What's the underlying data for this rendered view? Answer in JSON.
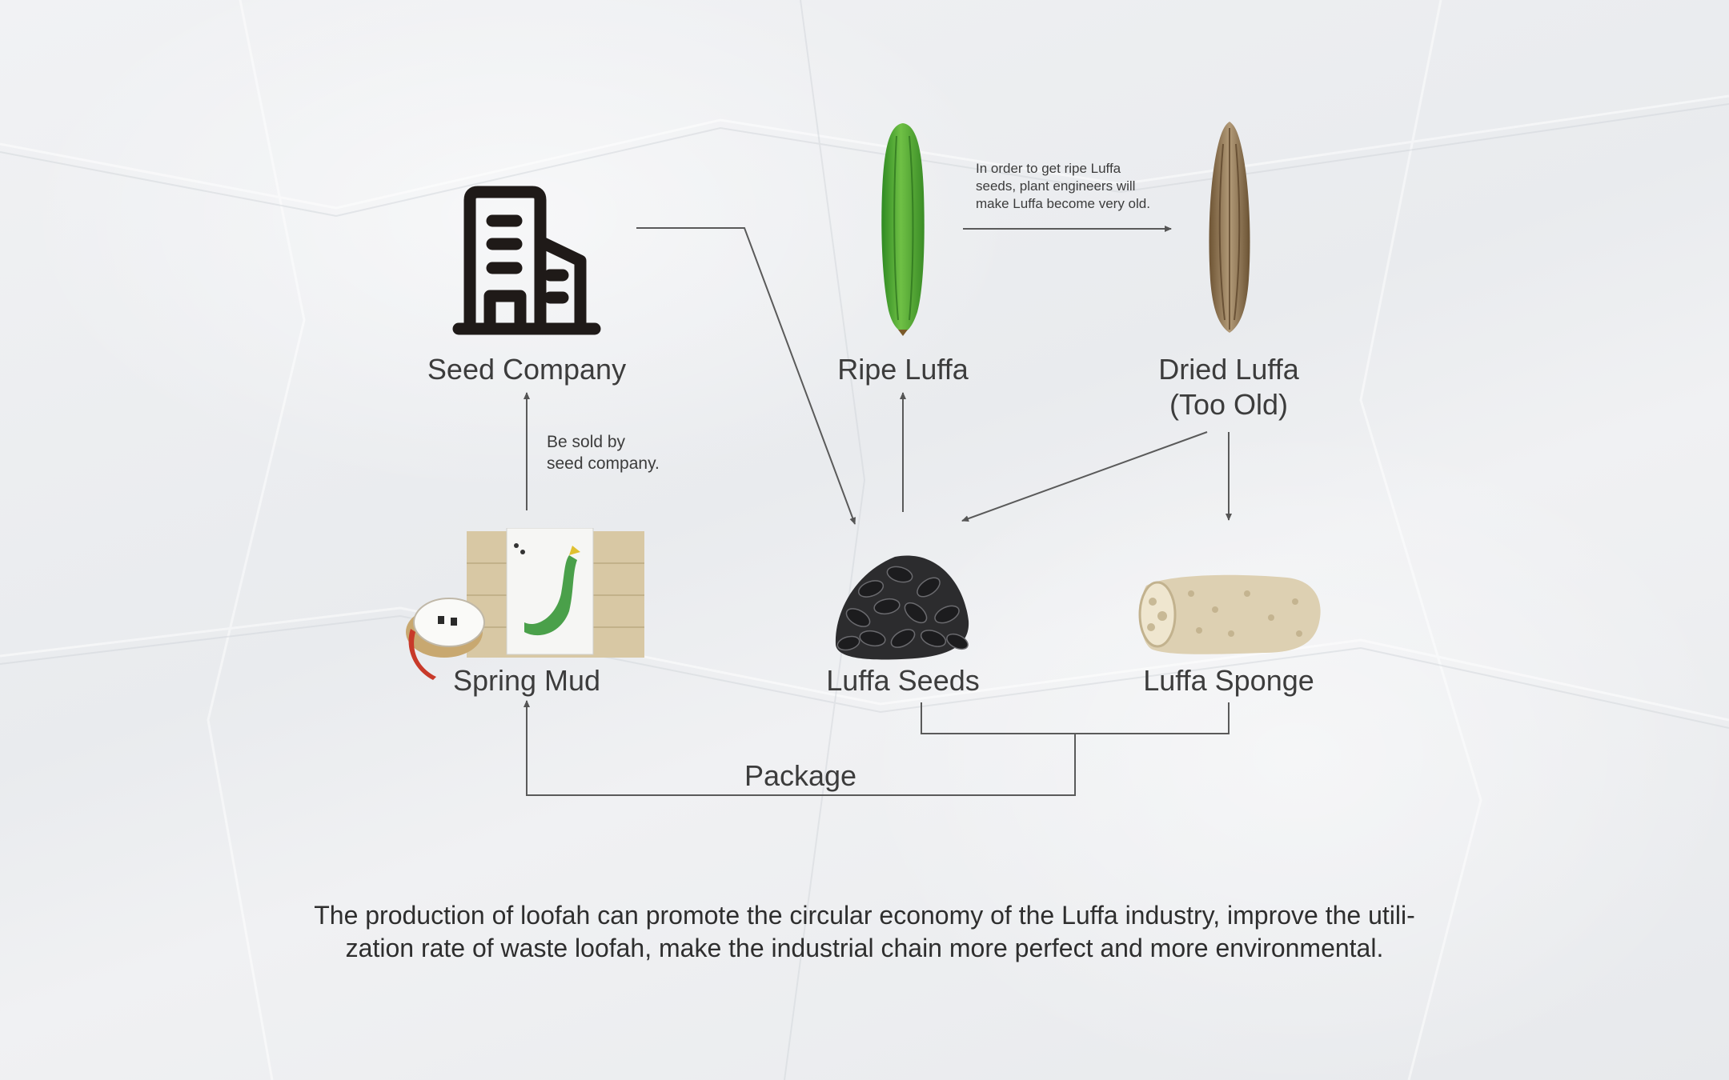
{
  "nodes": {
    "seed_company": "Seed Company",
    "ripe_luffa": "Ripe Luffa",
    "dried_luffa_line1": "Dried Luffa",
    "dried_luffa_line2": "(Too Old)",
    "spring_mud": "Spring Mud",
    "luffa_seeds": "Luffa Seeds",
    "luffa_sponge": "Luffa Sponge",
    "package": "Package"
  },
  "notes": {
    "ripe_to_dried": [
      "In order to get ripe Luffa",
      "seeds, plant engineers will",
      "make Luffa become very old."
    ],
    "sold_by": [
      "Be sold by",
      "seed company."
    ]
  },
  "caption": [
    "The production of loofah can promote the circular economy of the Luffa industry, improve the utili-",
    "zation rate of waste loofah, make the industrial chain more perfect and more environmental."
  ],
  "icons": {
    "company": "building-icon",
    "ripe": "green-luffa-image",
    "dried": "dried-luffa-image",
    "seeds": "seed-pile-image",
    "sponge": "sponge-image",
    "mud": "spring-mud-package-image"
  },
  "colors": {
    "line": "#555555",
    "text": "#3c3c3c",
    "icon": "#1f1a18"
  }
}
